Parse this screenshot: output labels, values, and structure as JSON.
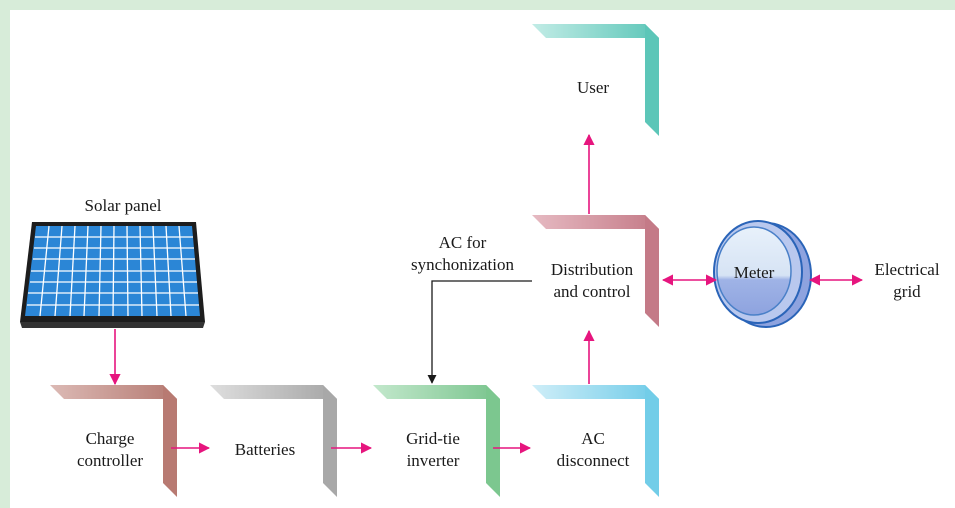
{
  "labels": {
    "solar_panel": "Solar panel",
    "charge_controller": [
      "Charge",
      "controller"
    ],
    "batteries": "Batteries",
    "inverter": [
      "Grid-tie",
      "inverter"
    ],
    "ac_disconnect": [
      "AC",
      "disconnect"
    ],
    "distribution": [
      "Distribution",
      "and control"
    ],
    "user": "User",
    "meter": "Meter",
    "grid": [
      "Electrical",
      "grid"
    ],
    "sync": [
      "AC for",
      "synchonization"
    ]
  },
  "colors": {
    "arrow": "#e6157e",
    "charge_controller": "#b87a72",
    "batteries": "#a8a8a8",
    "inverter": "#7cc78f",
    "ac_disconnect": "#72cde8",
    "distribution": "#c47a87",
    "user": "#5cc6b8",
    "panel_cell": "#2b86d6",
    "background": "#d7ecd9"
  }
}
